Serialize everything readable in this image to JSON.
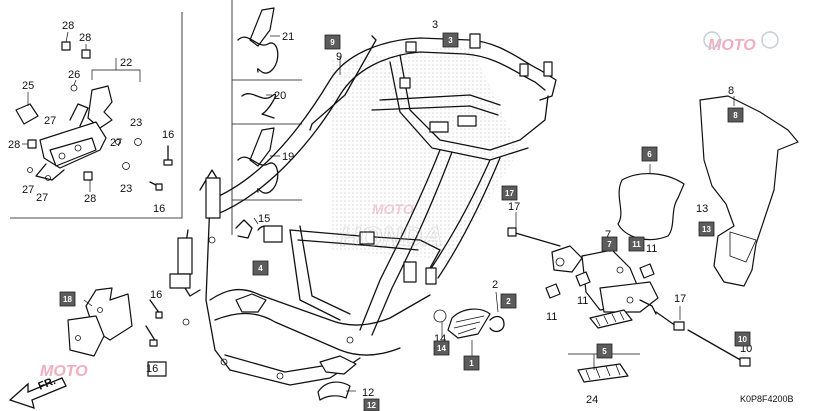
{
  "diagram_code": "K0P8F4200B",
  "direction_label": "FR.",
  "watermark": {
    "word": "MOTO",
    "mark": "HONDA"
  },
  "callouts": {
    "c28a": "28",
    "c28b": "28",
    "c26": "26",
    "c25": "25",
    "c22": "22",
    "c27a": "27",
    "c27b": "27",
    "c27c": "27",
    "c27d": "27",
    "c28c": "28",
    "c28d": "28",
    "c23a": "23",
    "c23b": "23",
    "c16a": "16",
    "c16b": "16",
    "c21": "21",
    "c20": "20",
    "c19": "19",
    "c9": "9",
    "c3": "3",
    "c15": "15",
    "c8": "8",
    "c13": "13",
    "c17a": "17",
    "c7": "7",
    "c2": "2",
    "c11a": "11",
    "c11b": "11",
    "c11c": "11",
    "c17b": "17",
    "c14": "14",
    "c16c": "16",
    "c16d": "16",
    "c12": "12",
    "c24": "24",
    "c10": "10"
  },
  "badges": {
    "b9": "9",
    "b3": "3",
    "b8": "8",
    "b6": "6",
    "b17": "17",
    "b13": "13",
    "b7": "7",
    "b11": "11",
    "b4": "4",
    "b18": "18",
    "b2": "2",
    "b14": "14",
    "b1": "1",
    "b5": "5",
    "b10": "10",
    "b12": "12"
  }
}
